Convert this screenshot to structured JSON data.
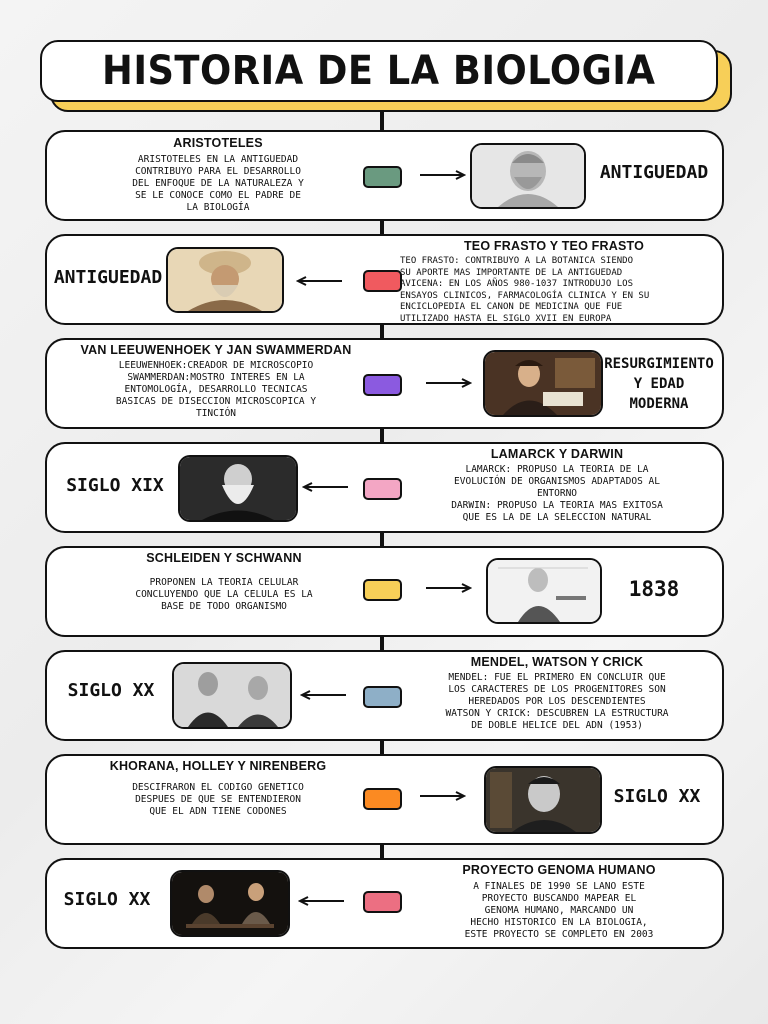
{
  "title": "HISTORIA DE LA BIOLOGIA",
  "colors": {
    "accent": "#f7cf58",
    "dot_1": "#6a9a80",
    "dot_2": "#f05a5f",
    "dot_3": "#8b5ae0",
    "dot_4": "#f3a6c4",
    "dot_5": "#f7cf58",
    "dot_6": "#8eafc7",
    "dot_7": "#fb8a22",
    "dot_8": "#ec6f82"
  },
  "entries": [
    {
      "heading": "ARISTOTELES",
      "body": [
        "ARISTOTELES EN LA ANTIGUEDAD",
        "CONTRIBUYO PARA EL DESARROLLO",
        "DEL ENFOQUE DE LA NATURALEZA Y",
        "SE LE CONOCE COMO EL PADRE DE",
        "LA BIOLOGÍA"
      ],
      "era": "ANTIGUEDAD",
      "photo_icon": "aristotle-bust-portrait"
    },
    {
      "heading": "TEO FRASTO Y TEO FRASTO",
      "body": [
        "TEO FRASTO: CONTRIBUYO A LA BOTANICA SIENDO",
        "SU APORTE MAS IMPORTANTE DE LA ANTIGUEDAD",
        "AVICENA: EN LOS AÑOS 980-1037 INTRODUJO LOS",
        "ENSAYOS CLINICOS, FARMACOLOGÍA CLINICA Y EN SU",
        "ENCICLOPEDIA EL CANON DE MEDICINA QUE FUE",
        "UTILIZADO HASTA EL SIGLO XVII EN EUROPA"
      ],
      "era": "ANTIGUEDAD",
      "photo_icon": "avicenna-portrait"
    },
    {
      "heading": "VAN LEEUWENHOEK Y JAN SWAMMERDAN",
      "body": [
        "LEEUWENHOEK:CREADOR DE MICROSCOPIO",
        "SWAMMERDAN:MOSTRO INTERES EN LA",
        "ENTOMOLOGÍA, DESARROLLO TECNICAS",
        "BASICAS DE DISECCION MICROSCOPICA Y",
        "TINCIÓN"
      ],
      "era": [
        "RESURGIMIENTO",
        "Y EDAD",
        "MODERNA"
      ],
      "photo_icon": "leeuwenhoek-painting"
    },
    {
      "heading": "LAMARCK Y DARWIN",
      "body": [
        "LAMARCK: PROPUSO LA TEORIA DE LA",
        "EVOLUCIÓN DE ORGANISMOS ADAPTADOS AL",
        "ENTORNO",
        "DARWIN: PROPUSO LA TEORIA MAS EXITOSA",
        "QUE ES LA DE LA SELECCION NATURAL"
      ],
      "era": "SIGLO XIX",
      "photo_icon": "darwin-portrait"
    },
    {
      "heading": "SCHLEIDEN Y SCHWANN",
      "body": [
        "PROPONEN LA TEORIA CELULAR",
        "CONCLUYENDO QUE LA CELULA ES LA",
        "BASE DE TODO ORGANISMO"
      ],
      "era": "1838",
      "photo_icon": "schwann-engraving"
    },
    {
      "heading": "MENDEL, WATSON Y CRICK",
      "body": [
        "MENDEL: FUE EL PRIMERO EN CONCLUIR QUE",
        "LOS CARACTERES DE LOS PROGENITORES SON",
        "HEREDADOS POR LOS DESCENDIENTES",
        "WATSON Y CRICK: DESCUBREN LA ESTRUCTURA",
        "DE DOBLE HELICE DEL ADN (1953)"
      ],
      "era": "SIGLO XX",
      "photo_icon": "watson-crick-photo"
    },
    {
      "heading": "KHORANA, HOLLEY Y NIRENBERG",
      "body": [
        "DESCIFRARON EL CODIGO GENETICO",
        "DESPUES DE QUE SE ENTENDIERON",
        "QUE EL ADN TIENE CODONES"
      ],
      "era": "SIGLO XX",
      "photo_icon": "nirenberg-photo"
    },
    {
      "heading": "PROYECTO GENOMA HUMANO",
      "body": [
        "A FINALES DE 1990 SE LANO ESTE",
        "PROYECTO BUSCANDO MAPEAR EL",
        "GENOMA HUMANO, MARCANDO UN",
        "HECHO HISTORICO EN LA BIOLOGIA,",
        "ESTE PROYECTO SE COMPLETO EN 2003"
      ],
      "era": "SIGLO XX",
      "photo_icon": "genome-scientists-photo"
    }
  ]
}
